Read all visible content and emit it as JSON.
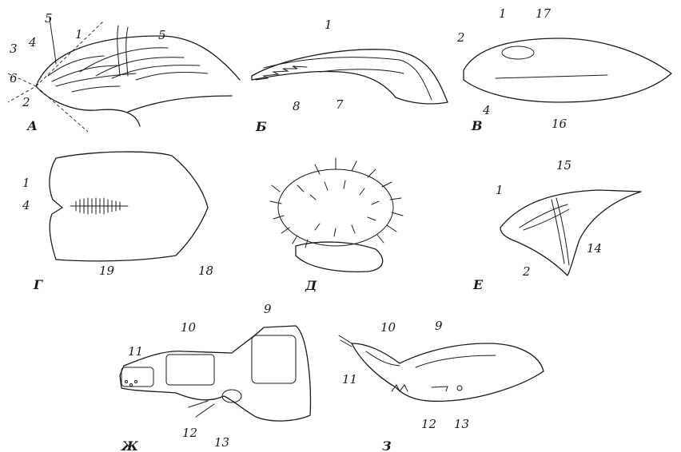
{
  "panels": {
    "A": {
      "label": "А",
      "numbers": [
        "1",
        "2",
        "3",
        "4",
        "5",
        "5",
        "6"
      ]
    },
    "B": {
      "label": "Б",
      "numbers": [
        "1",
        "7",
        "8"
      ]
    },
    "V": {
      "label": "В",
      "numbers": [
        "1",
        "2",
        "4",
        "16",
        "17"
      ]
    },
    "G": {
      "label": "Г",
      "numbers": [
        "1",
        "4",
        "18",
        "19"
      ]
    },
    "D": {
      "label": "Д",
      "numbers": []
    },
    "E": {
      "label": "Е",
      "numbers": [
        "1",
        "2",
        "14",
        "15"
      ]
    },
    "Zh": {
      "label": "Ж",
      "numbers": [
        "9",
        "10",
        "11",
        "12",
        "13"
      ]
    },
    "Z": {
      "label": "З",
      "numbers": [
        "9",
        "10",
        "11",
        "12",
        "13"
      ]
    }
  }
}
